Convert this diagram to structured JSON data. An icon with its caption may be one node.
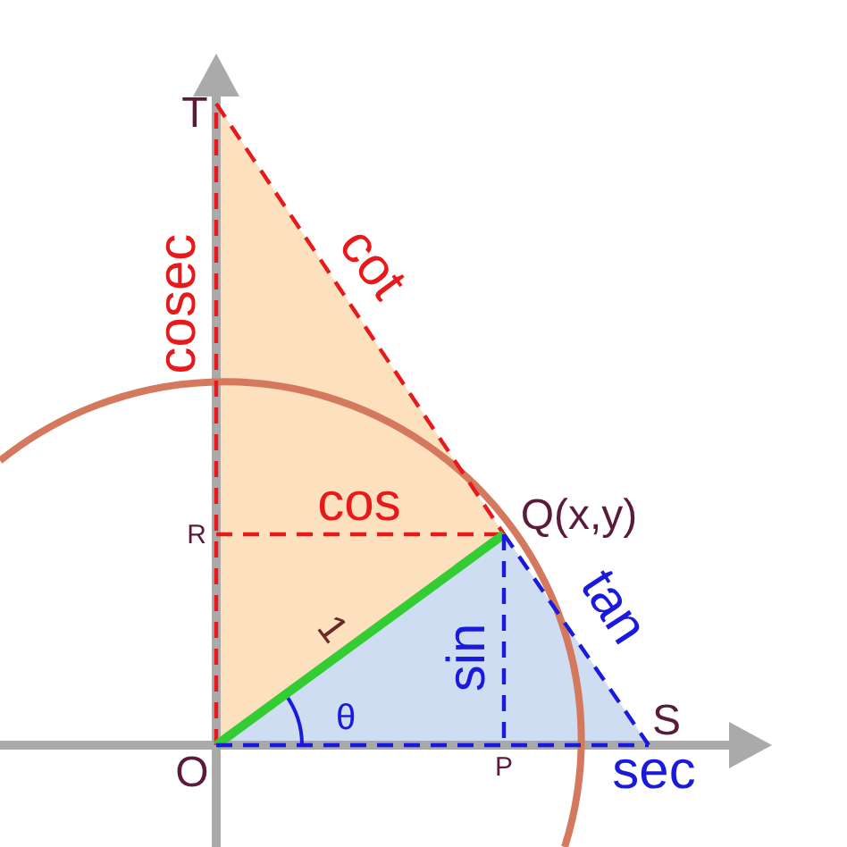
{
  "diagram": {
    "nodes": [
      {
        "text": [
          "T"
        ]
      },
      {
        "text": [
          "R"
        ]
      },
      {
        "text": [
          "Q(x,y)"
        ]
      },
      {
        "text": [
          "O"
        ]
      },
      {
        "text": [
          "P"
        ]
      },
      {
        "text": [
          "S"
        ]
      }
    ],
    "edges": [
      {
        "from": 3,
        "to": 0,
        "arrow": "none",
        "label": "cosec",
        "style": "dashed",
        "color": "#e8191a"
      },
      {
        "from": 0,
        "to": 2,
        "arrow": "none",
        "label": "cot",
        "style": "dashed",
        "color": "#e8191a"
      },
      {
        "from": 1,
        "to": 2,
        "arrow": "none",
        "label": "cos",
        "style": "dashed",
        "color": "#e8191a"
      },
      {
        "from": 3,
        "to": 2,
        "arrow": "none",
        "label": "1",
        "style": "thick",
        "color": "#33cc33"
      },
      {
        "from": 2,
        "to": 4,
        "arrow": "none",
        "label": "sin",
        "style": "dashed",
        "color": "#1a1add"
      },
      {
        "from": 2,
        "to": 5,
        "arrow": "none",
        "label": "tan",
        "style": "dashed",
        "color": "#1a1add"
      },
      {
        "from": 3,
        "to": 5,
        "arrow": "none",
        "label": "sec",
        "style": "dashed",
        "color": "#1a1add"
      }
    ],
    "labels": [
      "θ"
    ]
  }
}
